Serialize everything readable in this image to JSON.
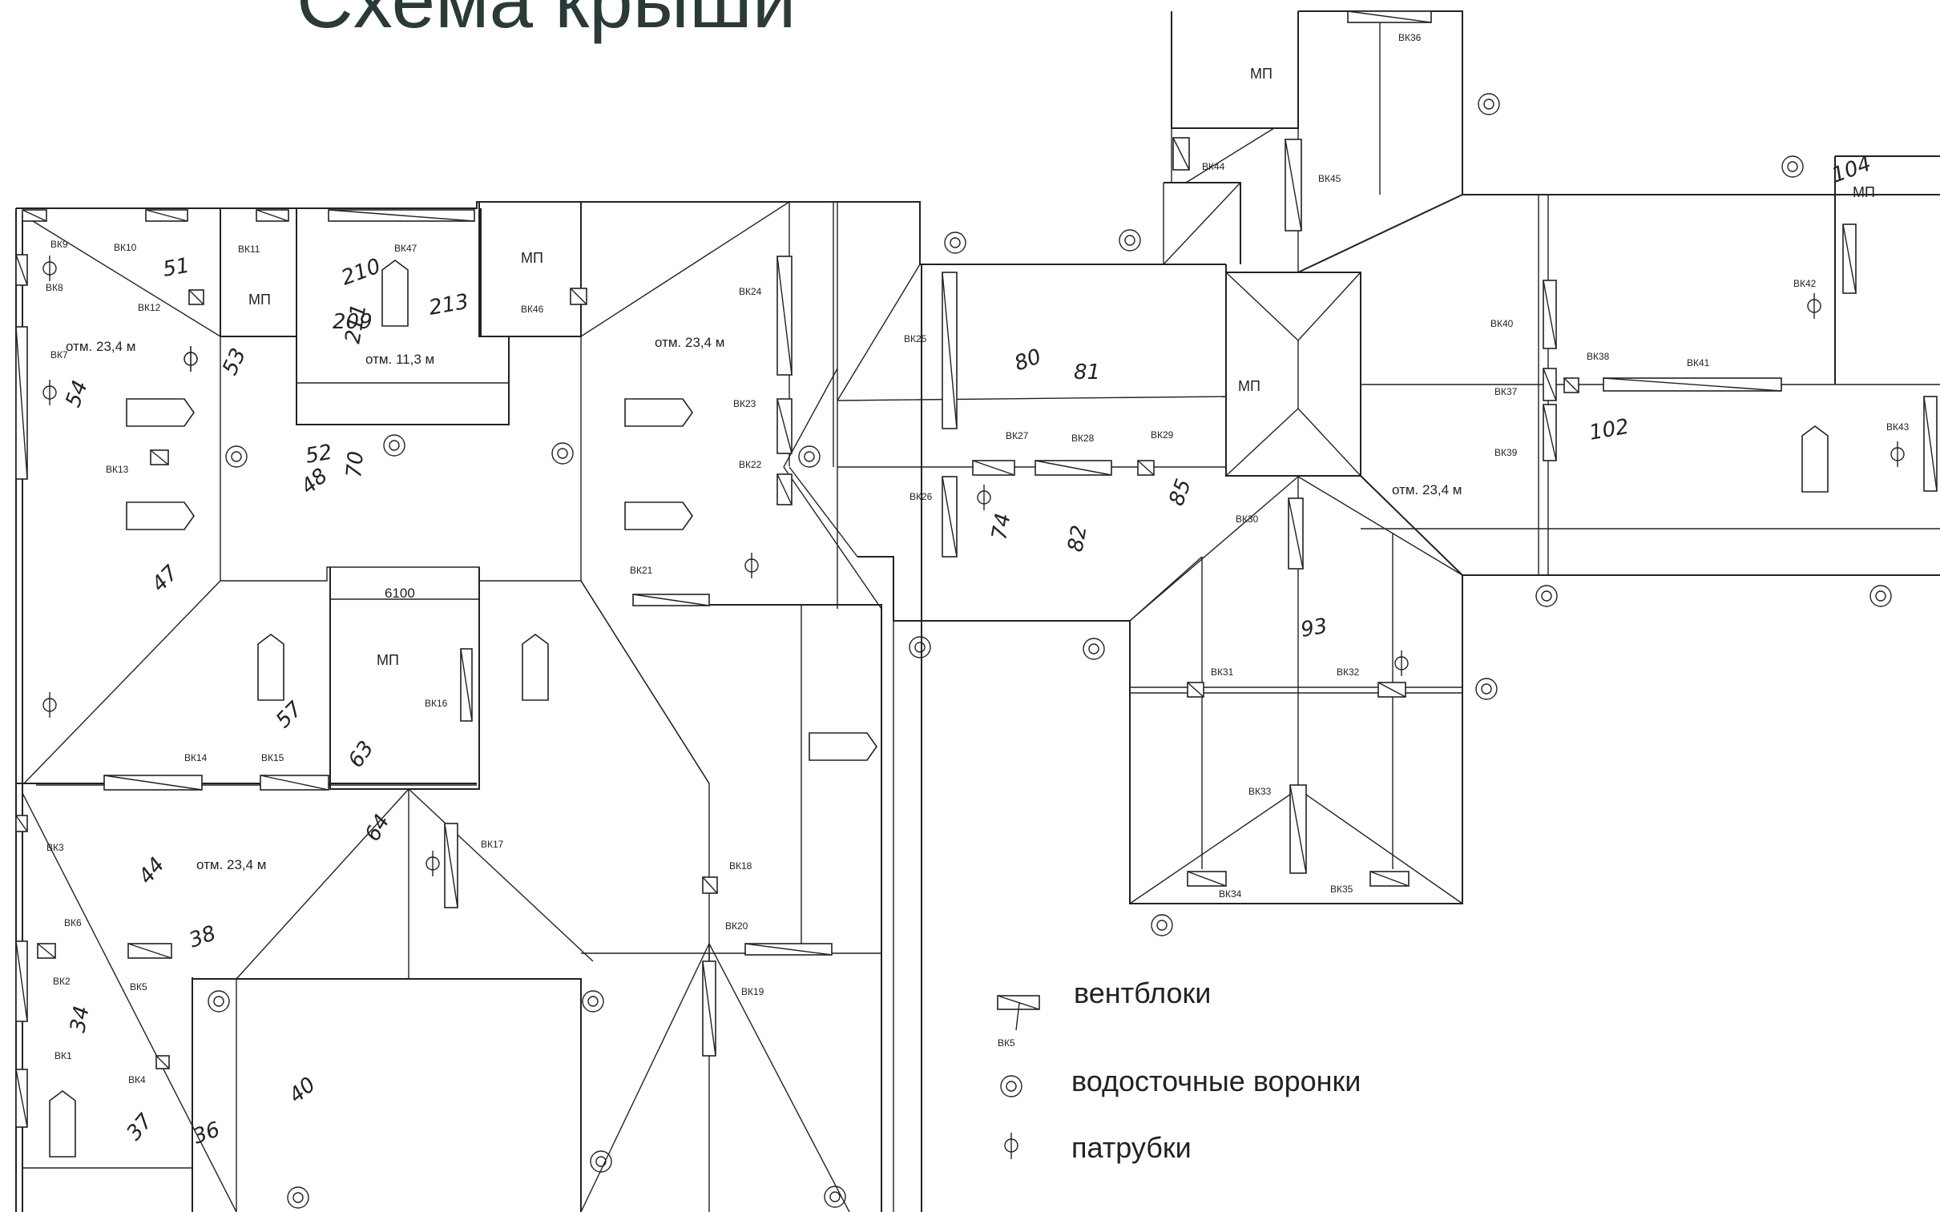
{
  "title": "Схема крыши",
  "rooms_mp": [
    {
      "label": "МП"
    },
    {
      "label": "МП"
    },
    {
      "label": "МП"
    },
    {
      "label": "МП"
    },
    {
      "label": "МП"
    },
    {
      "label": "МП"
    }
  ],
  "elevations": [
    {
      "label": "отм. 23,4  м"
    },
    {
      "label": "отм. 11,3 м"
    },
    {
      "label": "отм. 23,4  м"
    },
    {
      "label": "отм. 23,4  м"
    },
    {
      "label": "отм. 23,4  м"
    }
  ],
  "dimension": "6100",
  "vents": [
    "ВК1",
    "ВК2",
    "ВК3",
    "ВК4",
    "ВК5",
    "ВК6",
    "ВК7",
    "ВК8",
    "ВК9",
    "ВК10",
    "ВК11",
    "ВК12",
    "ВК13",
    "ВК14",
    "ВК15",
    "ВК16",
    "ВК17",
    "ВК18",
    "ВК19",
    "ВК20",
    "ВК21",
    "ВК22",
    "ВК23",
    "ВК24",
    "ВК25",
    "ВК26",
    "ВК27",
    "ВК28",
    "ВК29",
    "ВК30",
    "ВК31",
    "ВК32",
    "ВК33",
    "ВК34",
    "ВК35",
    "ВК36",
    "ВК37",
    "ВК38",
    "ВК39",
    "ВК40",
    "ВК41",
    "ВК42",
    "ВК43",
    "ВК44",
    "ВК45",
    "ВК46",
    "ВК47"
  ],
  "handwritten": [
    "51",
    "54",
    "53",
    "210",
    "209",
    "211",
    "213",
    "52",
    "48",
    "70",
    "47",
    "57",
    "63",
    "64",
    "44",
    "38",
    "34",
    "37",
    "36",
    "40",
    "80",
    "81",
    "85",
    "74",
    "82",
    "93",
    "104",
    "102"
  ],
  "legend": {
    "vent_blocks": "вентблоки",
    "vent_sample": "ВК5",
    "drains": "водосточные воронки",
    "pipes": "патрубки"
  }
}
